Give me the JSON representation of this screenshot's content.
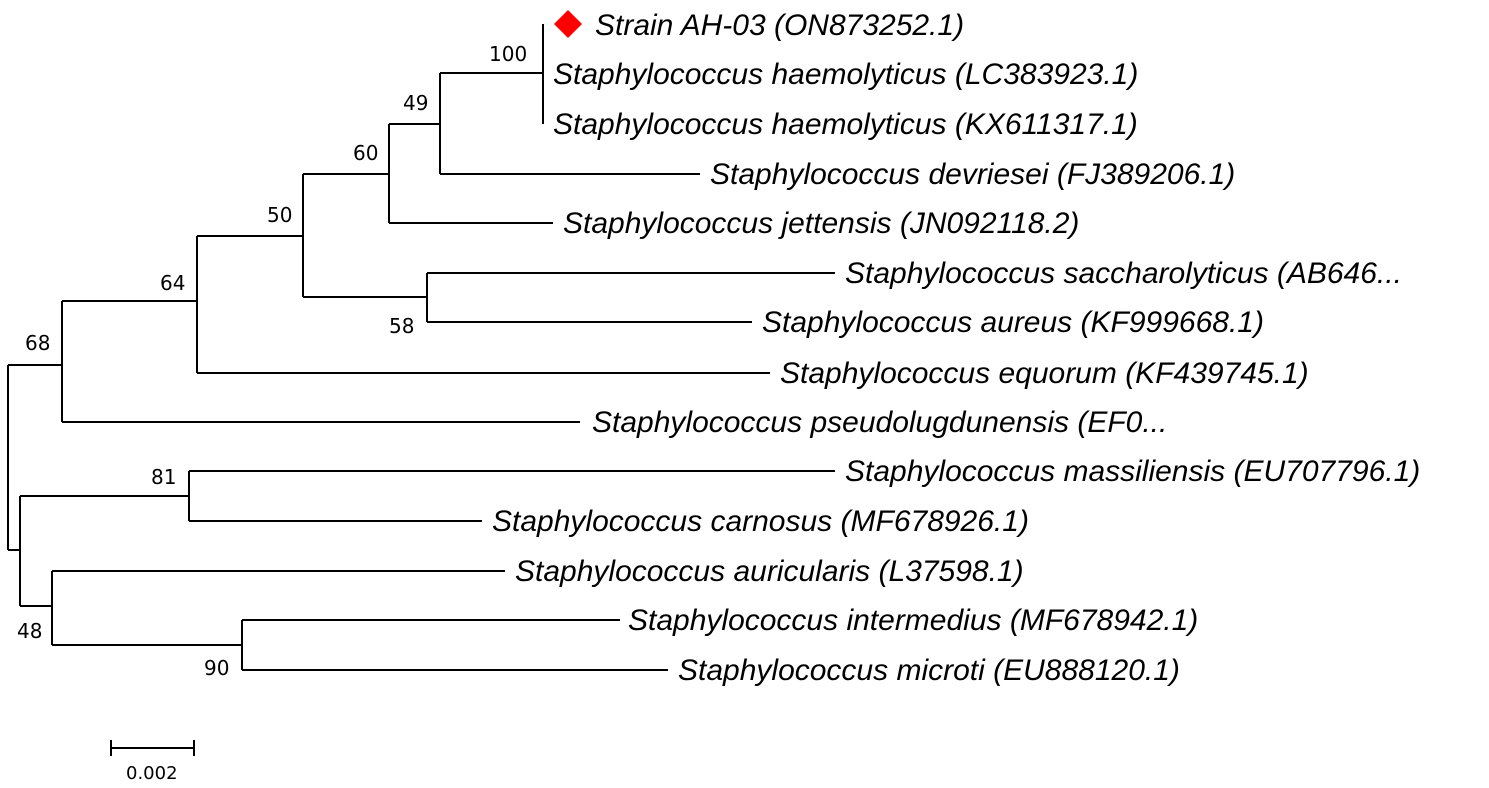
{
  "taxa": [
    {
      "id": "t1",
      "label": "Strain AH-03 (ON873252.1)",
      "highlight": true
    },
    {
      "id": "t2",
      "label": "Staphylococcus haemolyticus (LC383923.1)"
    },
    {
      "id": "t3",
      "label": "Staphylococcus haemolyticus (KX611317.1)"
    },
    {
      "id": "t4",
      "label": "Staphylococcus devriesei (FJ389206.1)"
    },
    {
      "id": "t5",
      "label": "Staphylococcus jettensis (JN092118.2)"
    },
    {
      "id": "t6",
      "label": "Staphylococcus saccharolyticus (AB646..."
    },
    {
      "id": "t7",
      "label": "Staphylococcus aureus (KF999668.1)"
    },
    {
      "id": "t8",
      "label": "Staphylococcus equorum (KF439745.1)"
    },
    {
      "id": "t9",
      "label": "Staphylococcus pseudolugdunensis (EF0..."
    },
    {
      "id": "t10",
      "label": "Staphylococcus massiliensis (EU707796.1)"
    },
    {
      "id": "t11",
      "label": "Staphylococcus carnosus (MF678926.1)"
    },
    {
      "id": "t12",
      "label": "Staphylococcus auricularis (L37598.1)"
    },
    {
      "id": "t13",
      "label": "Staphylococcus intermedius (MF678942.1)"
    },
    {
      "id": "t14",
      "label": "Staphylococcus microti (EU888120.1)"
    }
  ],
  "bootstrap": [
    {
      "node": "n100",
      "value": "100"
    },
    {
      "node": "n49",
      "value": "49"
    },
    {
      "node": "n60",
      "value": "60"
    },
    {
      "node": "n50",
      "value": "50"
    },
    {
      "node": "n64",
      "value": "64"
    },
    {
      "node": "n68",
      "value": "68"
    },
    {
      "node": "n58",
      "value": "58"
    },
    {
      "node": "n81",
      "value": "81"
    },
    {
      "node": "n48",
      "value": "48"
    },
    {
      "node": "n90",
      "value": "90"
    }
  ],
  "scale_bar": {
    "label": "0.002"
  },
  "colors": {
    "highlight_marker": "#ff0000",
    "branch": "#000000"
  },
  "marker": "red-diamond"
}
